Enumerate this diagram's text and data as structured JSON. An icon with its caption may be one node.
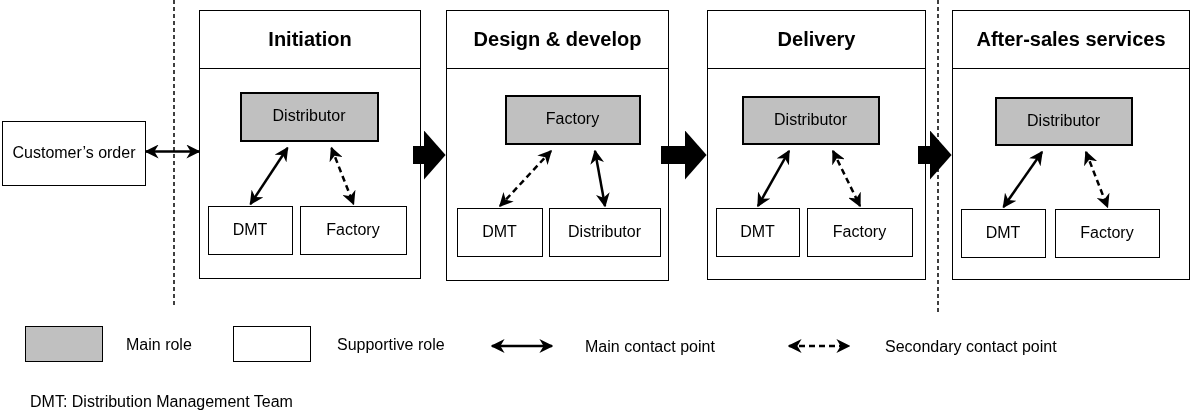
{
  "diagram": {
    "nodes": [
      {
        "text": [
          "Customer’s order"
        ]
      },
      {
        "text": [
          "Initiation"
        ]
      },
      {
        "text": [
          "Distributor"
        ],
        "in": 1
      },
      {
        "text": [
          "DMT"
        ],
        "in": 1
      },
      {
        "text": [
          "Factory"
        ],
        "in": 1
      },
      {
        "text": [
          "Design & develop"
        ]
      },
      {
        "text": [
          "Factory"
        ],
        "in": 5
      },
      {
        "text": [
          "DMT"
        ],
        "in": 5
      },
      {
        "text": [
          "Distributor"
        ],
        "in": 5
      },
      {
        "text": [
          "Delivery"
        ]
      },
      {
        "text": [
          "Distributor"
        ],
        "in": 9
      },
      {
        "text": [
          "DMT"
        ],
        "in": 9
      },
      {
        "text": [
          "Factory"
        ],
        "in": 9
      },
      {
        "text": [
          "After-sales services"
        ]
      },
      {
        "text": [
          "Distributor"
        ],
        "in": 13
      },
      {
        "text": [
          "DMT"
        ],
        "in": 13
      },
      {
        "text": [
          "Factory"
        ],
        "in": 13
      }
    ],
    "edges": [
      {
        "from": 0,
        "to": 1,
        "arrow": "both"
      },
      {
        "from": 2,
        "to": 3,
        "arrow": "both"
      },
      {
        "from": 2,
        "to": 4,
        "arrow": "both",
        "style": "dashed"
      },
      {
        "from": 1,
        "to": 5,
        "arrow": "to",
        "style": "thick"
      },
      {
        "from": 6,
        "to": 7,
        "arrow": "both",
        "style": "dashed"
      },
      {
        "from": 6,
        "to": 8,
        "arrow": "both"
      },
      {
        "from": 5,
        "to": 9,
        "arrow": "to",
        "style": "thick"
      },
      {
        "from": 10,
        "to": 11,
        "arrow": "both"
      },
      {
        "from": 10,
        "to": 12,
        "arrow": "both",
        "style": "dashed"
      },
      {
        "from": 9,
        "to": 13,
        "arrow": "to",
        "style": "thick"
      },
      {
        "from": 14,
        "to": 15,
        "arrow": "both"
      },
      {
        "from": 14,
        "to": 16,
        "arrow": "both",
        "style": "dashed"
      }
    ],
    "labels": [
      "DMT: Distribution Management Team"
    ],
    "legend": [
      {
        "text": "Main role",
        "color": "#c0c0c0"
      },
      {
        "text": "Supportive role",
        "color": "#ffffff"
      },
      {
        "text": "Main contact point"
      },
      {
        "text": "Secondary contact point"
      }
    ]
  }
}
